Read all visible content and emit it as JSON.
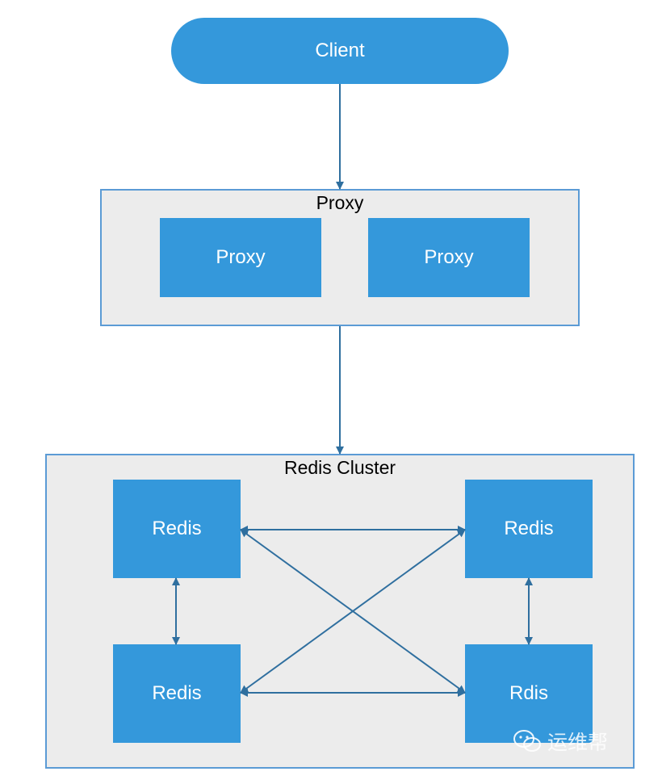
{
  "client": {
    "label": "Client"
  },
  "proxy_group": {
    "title": "Proxy",
    "nodes": [
      {
        "label": "Proxy"
      },
      {
        "label": "Proxy"
      }
    ]
  },
  "redis_group": {
    "title": "Redis Cluster",
    "nodes": [
      {
        "label": "Redis"
      },
      {
        "label": "Redis"
      },
      {
        "label": "Redis"
      },
      {
        "label": "Rdis"
      }
    ]
  },
  "watermark": {
    "text": "运维帮",
    "icon": "wechat-icon"
  },
  "colors": {
    "node_fill": "#3498db",
    "group_fill": "#ececec",
    "group_border": "#5b9bd5",
    "arrow": "#2f6f9f"
  }
}
